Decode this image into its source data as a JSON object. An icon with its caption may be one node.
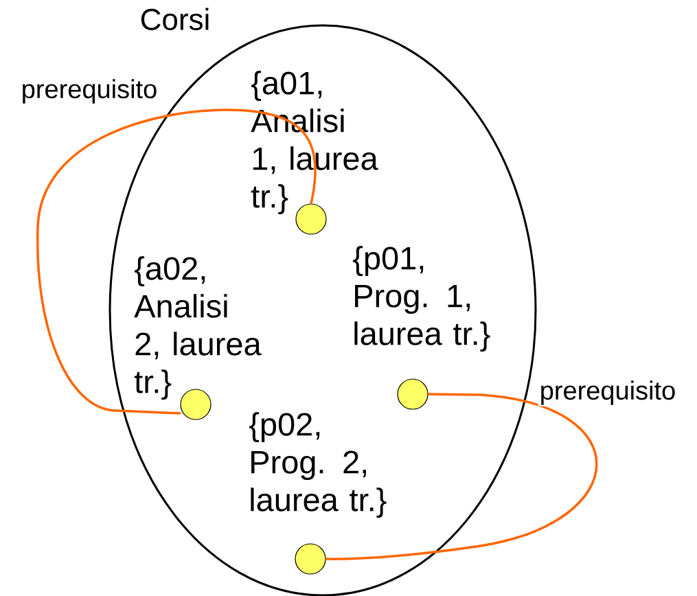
{
  "diagram": {
    "nodes": [
      {
        "text": [
          "Corsi"
        ]
      },
      {
        "text": [],
        "shape": "circle",
        "in": 0,
        "beside": [
          "{a01, Analisi 1, laurea tr.}"
        ]
      },
      {
        "text": [],
        "shape": "circle",
        "in": 0,
        "beside": [
          "{a02, Analisi 2, laurea tr.}"
        ]
      },
      {
        "text": [],
        "shape": "circle",
        "in": 0,
        "beside": [
          "{p01, Prog. 1, laurea tr.}"
        ]
      },
      {
        "text": [],
        "shape": "circle",
        "in": 0,
        "beside": [
          "{p02, Prog. 2, laurea tr.}"
        ]
      }
    ],
    "edges": [
      {
        "from": 1,
        "to": 2,
        "arrow": "none",
        "label": "prerequisito"
      },
      {
        "from": 3,
        "to": 4,
        "arrow": "none",
        "label": "prerequisito"
      }
    ]
  }
}
